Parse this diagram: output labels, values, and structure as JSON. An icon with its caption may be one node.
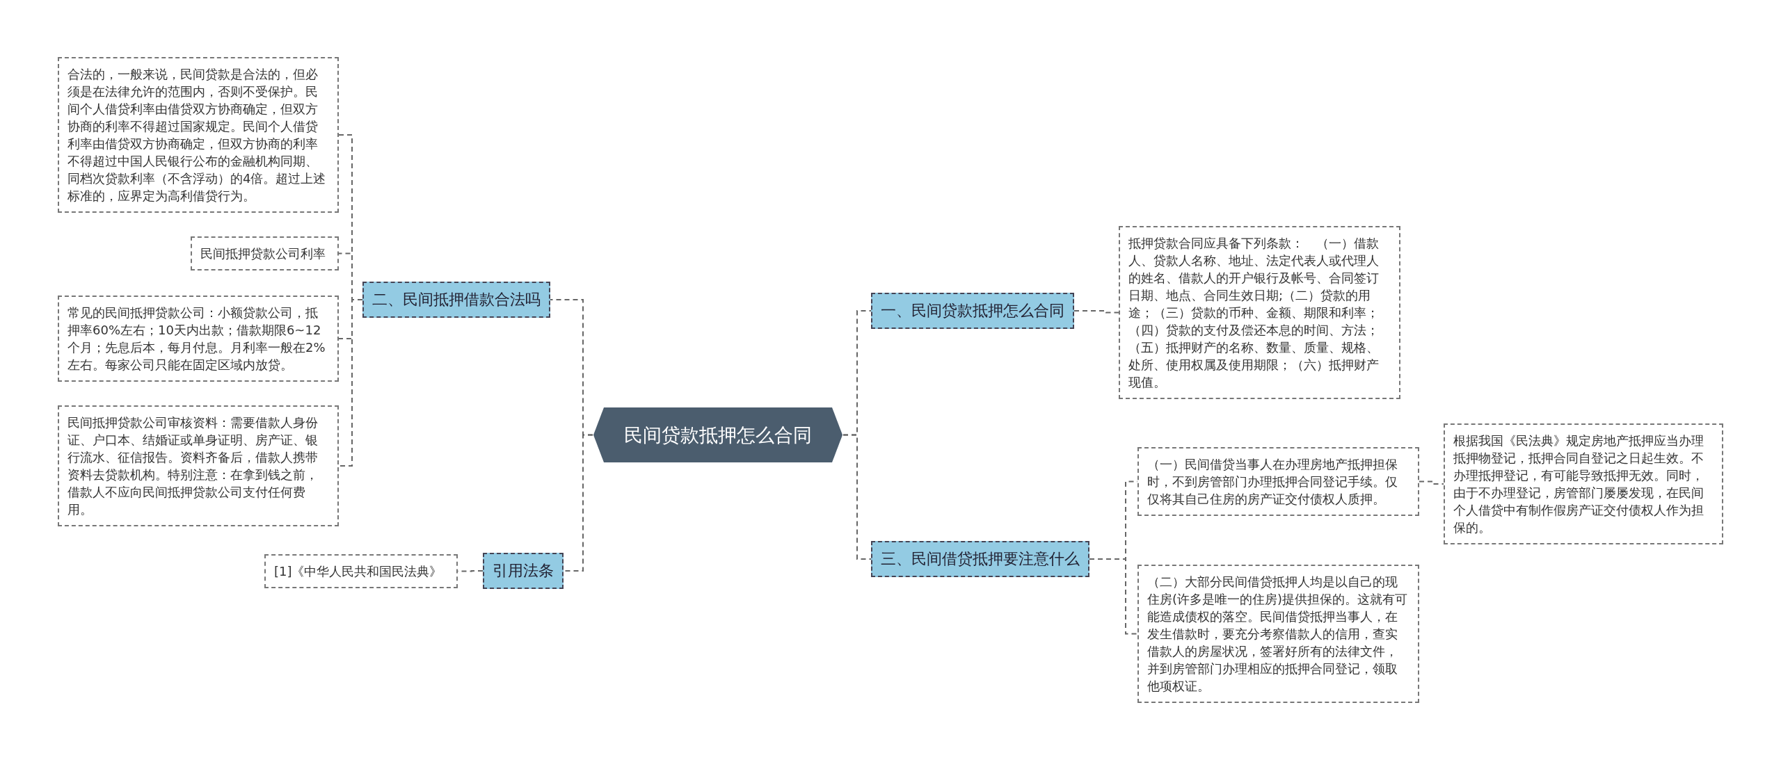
{
  "diagram": {
    "nodes": [
      {
        "text": [
          "民间贷款抵押怎么合同"
        ]
      },
      {
        "text": [
          "二、民间抵押借款合法吗"
        ]
      },
      {
        "text": [
          "合法的，一般来说，民间贷款是合法的，但必须是在法律允许的范围内，否则不受保护。民间个人借贷利率由借贷双方协商确定，但双方协商的利率不得超过国家规定。民间个人借贷利率由借贷双方协商确定，但双方协商的利率不得超过中国人民银行公布的金融机构同期、同档次贷款利率（不含浮动）的4倍。超过上述标准的，应界定为高利借贷行为。"
        ]
      },
      {
        "text": [
          "民间抵押贷款公司利率"
        ]
      },
      {
        "text": [
          "常见的民间抵押贷款公司：小额贷款公司，抵押率60%左右；10天内出款；借款期限6~12个月；先息后本，每月付息。月利率一般在2%左右。每家公司只能在固定区域内放贷。"
        ]
      },
      {
        "text": [
          "民间抵押贷款公司审核资料：需要借款人身份证、户口本、结婚证或单身证明、房产证、银行流水、征信报告。资料齐备后，借款人携带资料去贷款机构。特别注意：在拿到钱之前，借款人不应向民间抵押贷款公司支付任何费用。"
        ]
      },
      {
        "text": [
          "引用法条"
        ]
      },
      {
        "text": [
          "[1]《中华人民共和国民法典》"
        ]
      },
      {
        "text": [
          "一、民间贷款抵押怎么合同"
        ]
      },
      {
        "text": [
          "抵押贷款合同应具备下列条款：　（一）借款人、贷款人名称、地址、法定代表人或代理人的姓名、借款人的开户银行及帐号、合同签订日期、地点、合同生效日期;（二）贷款的用途；（三）贷款的币种、金额、期限和利率；（四）贷款的支付及偿还本息的时间、方法；（五）抵押财产的名称、数量、质量、规格、处所、使用权属及使用期限；（六）抵押财产现值。"
        ]
      },
      {
        "text": [
          "三、民间借贷抵押要注意什么"
        ]
      },
      {
        "text": [
          "（一）民间借贷当事人在办理房地产抵押担保时，不到房管部门办理抵押合同登记手续。仅仅将其自己住房的房产证交付债权人质押。"
        ]
      },
      {
        "text": [
          "根据我国《民法典》规定房地产抵押应当办理抵押物登记，抵押合同自登记之日起生效。不办理抵押登记，有可能导致抵押无效。同时，由于不办理登记，房管部门屡屡发现，在民间个人借贷中有制作假房产证交付债权人作为担保的。"
        ]
      },
      {
        "text": [
          "（二）大部分民间借贷抵押人均是以自己的现住房(许多是唯一的住房)提供担保的。这就有可能造成债权的落空。民间借贷抵押当事人，在发生借款时，要充分考察借款人的信用，查实借款人的房屋状况，签署好所有的法律文件，并到房管部门办理相应的抵押合同登记，领取他项权证。"
        ]
      }
    ],
    "edges": [
      {
        "from": 0,
        "to": 1,
        "arrow": "none",
        "style": "dashed"
      },
      {
        "from": 0,
        "to": 6,
        "arrow": "none",
        "style": "dashed"
      },
      {
        "from": 0,
        "to": 8,
        "arrow": "none",
        "style": "dashed"
      },
      {
        "from": 0,
        "to": 10,
        "arrow": "none",
        "style": "dashed"
      },
      {
        "from": 1,
        "to": 2,
        "arrow": "none",
        "style": "dashed"
      },
      {
        "from": 1,
        "to": 3,
        "arrow": "none",
        "style": "dashed"
      },
      {
        "from": 1,
        "to": 4,
        "arrow": "none",
        "style": "dashed"
      },
      {
        "from": 1,
        "to": 5,
        "arrow": "none",
        "style": "dashed"
      },
      {
        "from": 6,
        "to": 7,
        "arrow": "none",
        "style": "dashed"
      },
      {
        "from": 8,
        "to": 9,
        "arrow": "none",
        "style": "dashed"
      },
      {
        "from": 10,
        "to": 11,
        "arrow": "none",
        "style": "dashed"
      },
      {
        "from": 10,
        "to": 13,
        "arrow": "none",
        "style": "dashed"
      },
      {
        "from": 11,
        "to": 12,
        "arrow": "none",
        "style": "dashed"
      }
    ]
  }
}
